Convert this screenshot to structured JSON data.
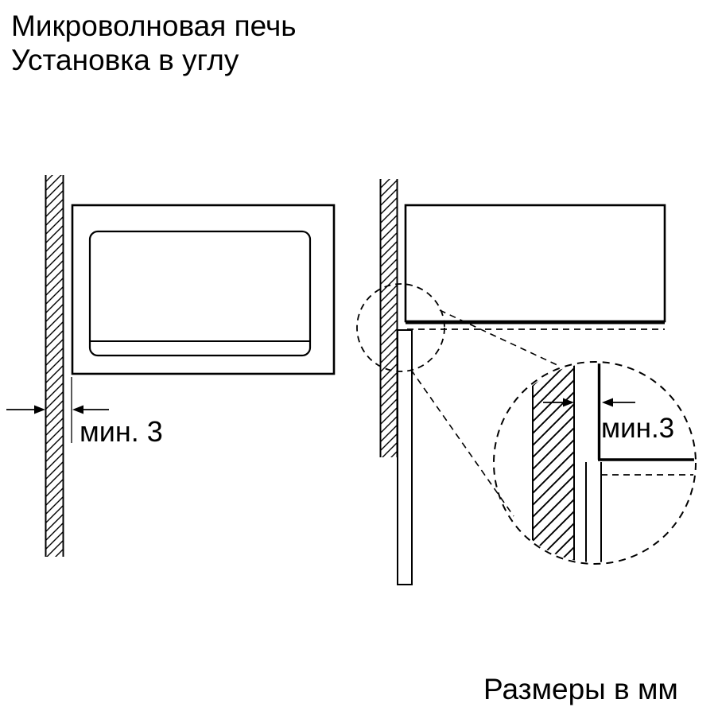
{
  "title": {
    "line1": "Микроволновая печь",
    "line2": "Установка в углу"
  },
  "labels": {
    "front_gap": "мин. 3",
    "detail_gap": "мин.3",
    "units": "Размеры в мм"
  },
  "dimensions": {
    "min_side_clearance_mm": 3,
    "units": "мм"
  },
  "colors": {
    "ink": "#000000",
    "paper": "#ffffff"
  }
}
